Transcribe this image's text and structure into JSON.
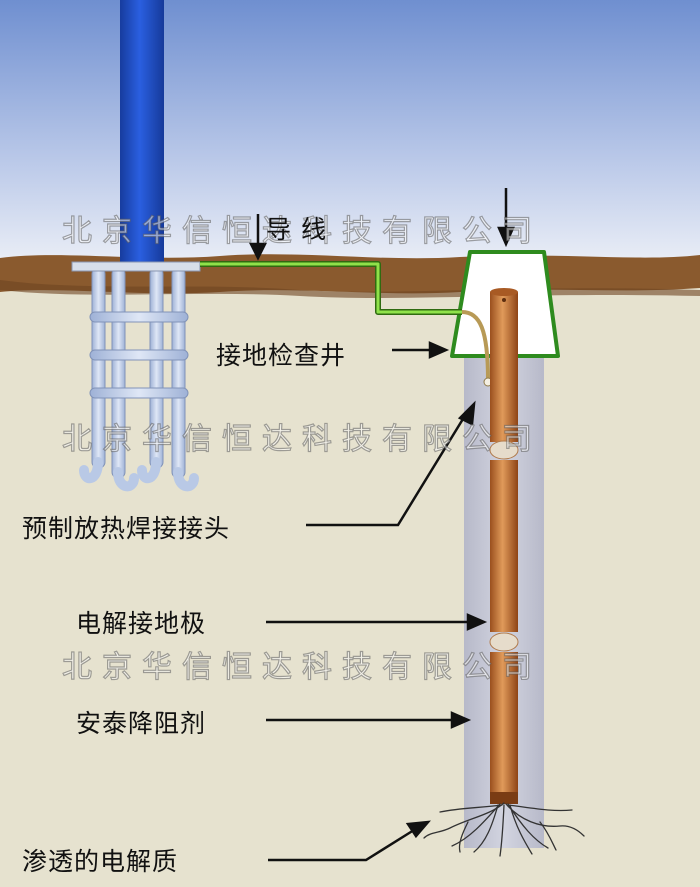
{
  "labels": {
    "wire": "导 线",
    "inspection_well": "接地检查井",
    "exothermic_joint": "预制放热焊接接头",
    "electrolytic_electrode": "电解接地极",
    "resistance_reducer": "安泰降阻剂",
    "electrolyte": "渗透的电解质"
  },
  "watermark": "北京华信恒达科技有限公司",
  "colors": {
    "sky_top": "#6f8fd0",
    "sky_bottom": "#e9edf6",
    "soil_surface": "#8a5a2e",
    "ground": "#e6e2cf",
    "mast": "#1f4fc9",
    "electrode_rods": "#b9c9e6",
    "wire": "#7fd43a",
    "well_outline": "#2e8b1e",
    "backfill": "#c6c8d6",
    "copper": "#c8743a"
  }
}
